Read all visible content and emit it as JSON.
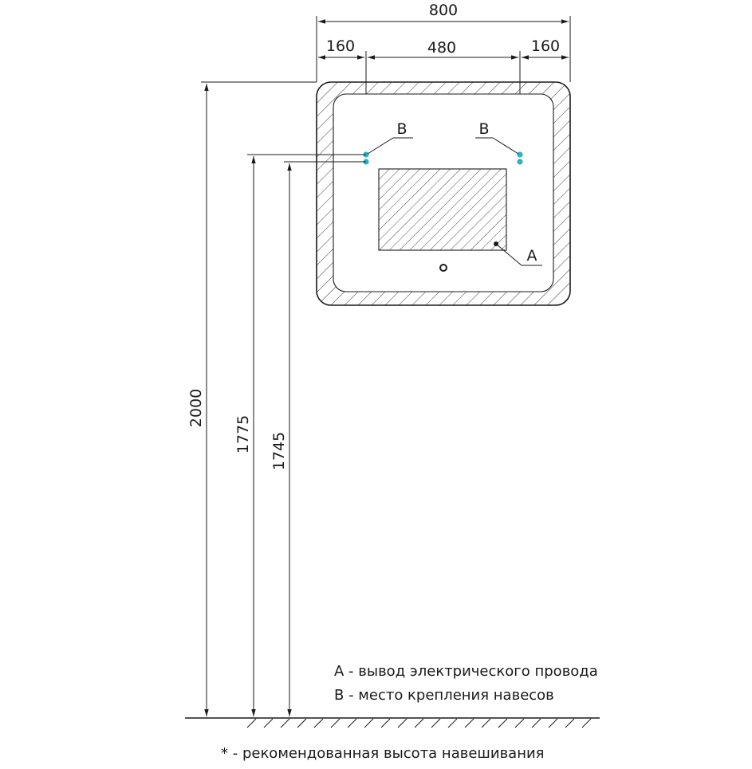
{
  "dimensions": {
    "total_width": "800",
    "left_offset": "160",
    "center_span": "480",
    "right_offset": "160",
    "total_height": "2000",
    "hook_height": "1775",
    "hook_height_lower": "1745"
  },
  "markers": {
    "hook_left": "B",
    "hook_right": "B",
    "outlet": "A"
  },
  "legend": {
    "a": "A - вывод электрического провода",
    "b": "B - место крепления навесов"
  },
  "footnote": "* - рекомендованная высота навешивания",
  "colors": {
    "line": "#1a1a1a",
    "hook": "#2bb3c0",
    "hatch": "#4a4a4a"
  }
}
